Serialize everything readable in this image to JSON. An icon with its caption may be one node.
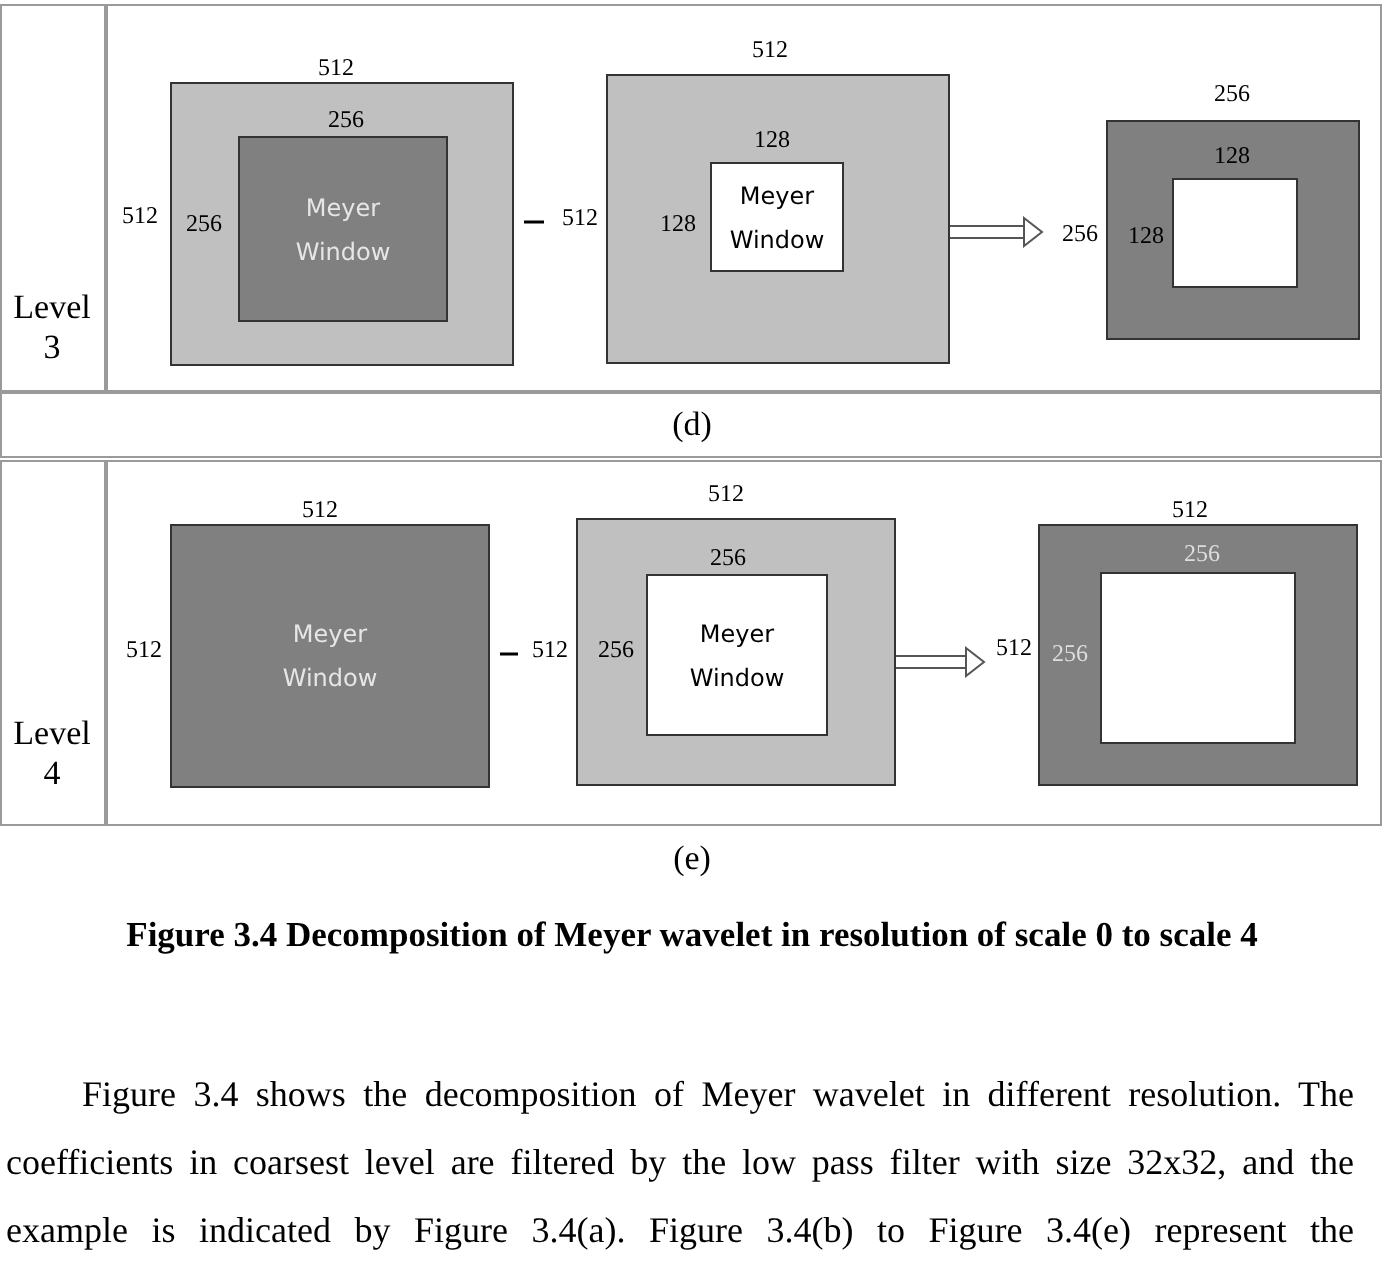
{
  "diagram": {
    "caption": "Figure 3.4 Decomposition of Meyer wavelet in resolution of scale 0 to scale 4",
    "nodes": [
      {
        "text": [],
        "shape": "box",
        "beside": [
          "512",
          "512"
        ]
      },
      {
        "text": [
          "Meyer Window"
        ],
        "in": 0,
        "beside": [
          "256",
          "256"
        ]
      },
      {
        "text": [],
        "shape": "box",
        "beside": [
          "512",
          "512"
        ]
      },
      {
        "text": [
          "Meyer Window"
        ],
        "in": 2,
        "beside": [
          "128",
          "128"
        ]
      },
      {
        "text": [],
        "shape": "box",
        "beside": [
          "256",
          "256"
        ]
      },
      {
        "text": [],
        "shape": "box",
        "in": 4,
        "beside": [
          "128",
          "128"
        ]
      },
      {
        "text": [
          "Meyer Window"
        ],
        "beside": [
          "512",
          "512"
        ]
      },
      {
        "text": [],
        "shape": "box",
        "beside": [
          "512",
          "512"
        ]
      },
      {
        "text": [
          "Meyer Window"
        ],
        "in": 7,
        "beside": [
          "256",
          "256"
        ]
      },
      {
        "text": [],
        "shape": "box",
        "beside": [
          "512",
          "512"
        ]
      },
      {
        "text": [],
        "shape": "box",
        "in": 9,
        "beside": [
          "256",
          "256"
        ]
      }
    ],
    "edges": [
      {
        "from": 2,
        "to": 4,
        "arrow": "to"
      },
      {
        "from": 7,
        "to": 9,
        "arrow": "to"
      }
    ],
    "labels": [
      "Level 3",
      "(d)",
      "Level 4",
      "(e)",
      "Figure 3.4 shows the decomposition of Meyer wavelet in different resolution. The coefficients in coarsest level are filtered by the low pass filter with size 32x32, and the example is indicated by Figure 3.4(a). Figure 3.4(b) to Figure 3.4(e) represent the"
    ]
  }
}
